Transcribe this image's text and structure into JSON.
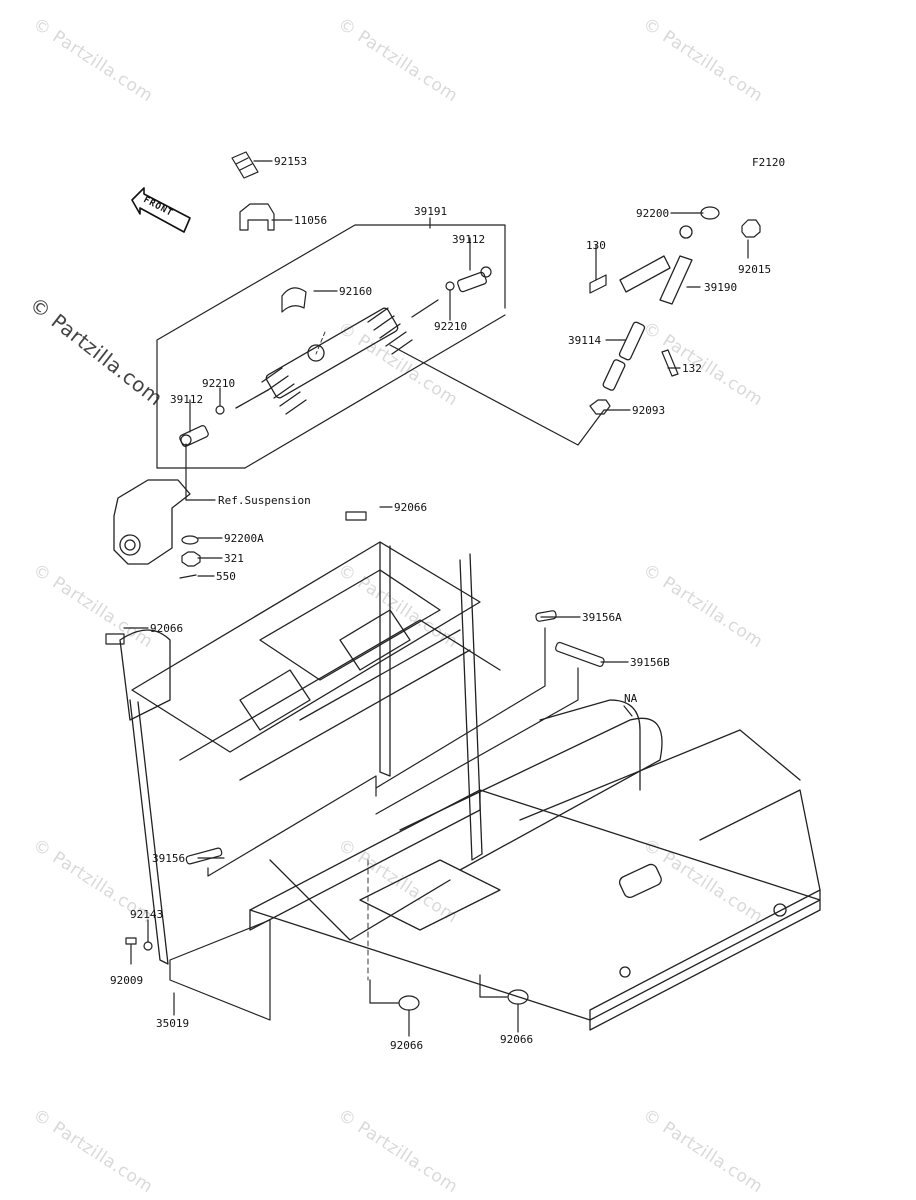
{
  "figure_code": "F2120",
  "watermark_text": "© Partzilla.com",
  "front_label": "FRONT",
  "parts": {
    "p92153": "92153",
    "p11056": "11056",
    "p39191": "39191",
    "p39112_r": "39112",
    "p92160": "92160",
    "p92210_r": "92210",
    "p92210_l": "92210",
    "p39112_l": "39112",
    "p92200": "92200",
    "p130": "130",
    "p92015": "92015",
    "p39190": "39190",
    "p39114": "39114",
    "p132": "132",
    "p92093": "92093",
    "ref_suspension": "Ref.Suspension",
    "p92066_top": "92066",
    "p92200A": "92200A",
    "p321": "321",
    "p550": "550",
    "p92066_left": "92066",
    "p39156A": "39156A",
    "p39156B": "39156B",
    "pNA": "NA",
    "p39156": "39156",
    "p92143": "92143",
    "p92009": "92009",
    "p35019": "35019",
    "p92066_bl": "92066",
    "p92066_br": "92066"
  }
}
